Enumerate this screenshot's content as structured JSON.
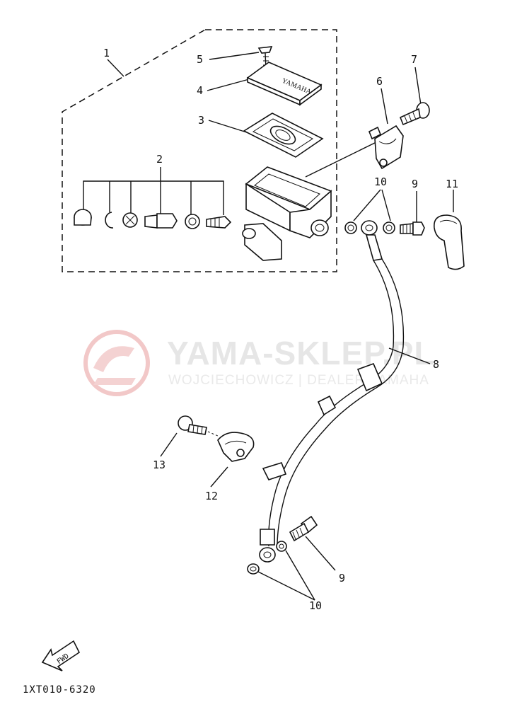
{
  "watermark": {
    "title": "YAMA-SKLEP.PL",
    "subtitle": "WOJCIECHOWICZ | DEALER YAMAHA"
  },
  "diagram_code": "1XT010-6320",
  "fwd_label": "FWD",
  "callouts": {
    "c1": "1",
    "c2": "2",
    "c3": "3",
    "c4": "4",
    "c5": "5",
    "c6": "6",
    "c7": "7",
    "c8": "8",
    "c9_top": "9",
    "c9_bottom": "9",
    "c10_top": "10",
    "c10_bottom": "10",
    "c11": "11",
    "c12": "12",
    "c13": "13"
  },
  "colors": {
    "ink": "#111111",
    "watermark": "#e6e6e6",
    "watermark_logo": "#f2c8c8"
  }
}
